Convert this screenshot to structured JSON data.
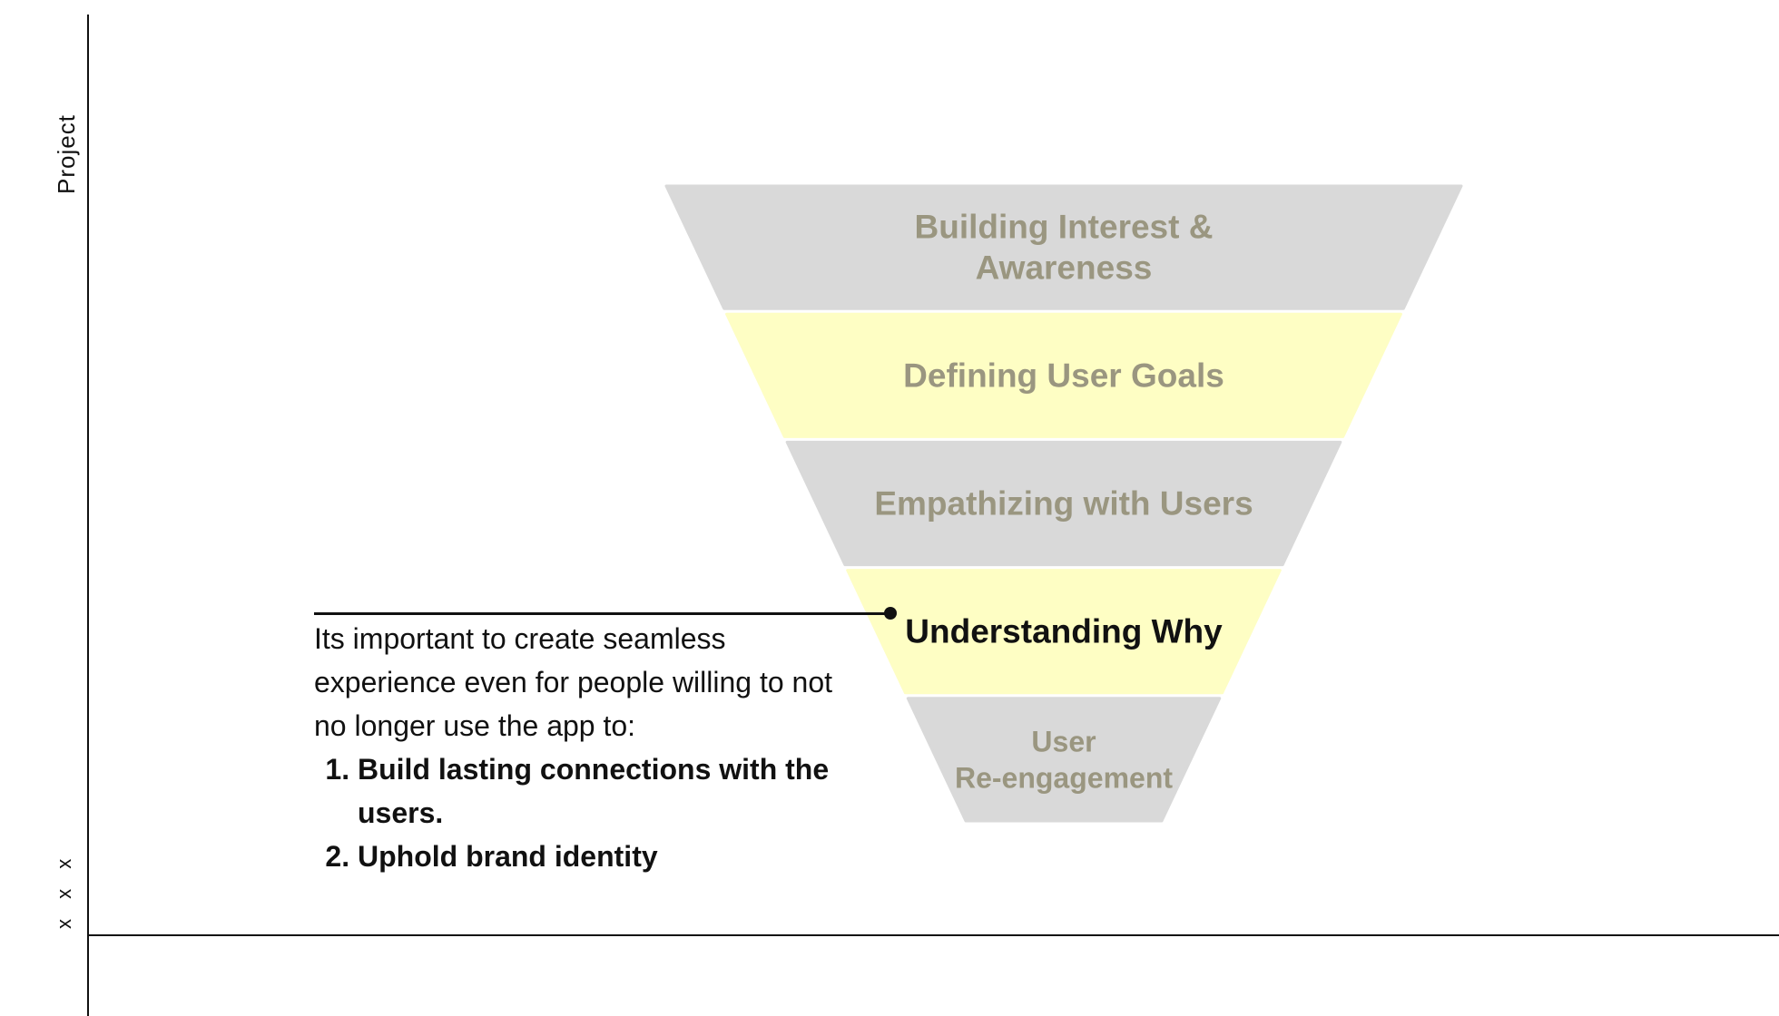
{
  "side": {
    "project_label": "Project",
    "marks": "x x x"
  },
  "funnel": {
    "stages": [
      {
        "label_lines": [
          "Building Interest &",
          "Awareness"
        ],
        "fill": "#d9d9d9",
        "text_color": "#9a9680",
        "highlighted": false
      },
      {
        "label_lines": [
          "Defining User Goals"
        ],
        "fill": "#fefec4",
        "text_color": "#9a9680",
        "highlighted": false
      },
      {
        "label_lines": [
          "Empathizing with Users"
        ],
        "fill": "#d9d9d9",
        "text_color": "#9a9680",
        "highlighted": false
      },
      {
        "label_lines": [
          "Understanding Why"
        ],
        "fill": "#fefec4",
        "text_color": "#111111",
        "highlighted": true
      },
      {
        "label_lines": [
          "User",
          "Re-engagement"
        ],
        "fill": "#d9d9d9",
        "text_color": "#9a9680",
        "highlighted": false
      }
    ]
  },
  "callout": {
    "intro": "Its important to create seamless experience even for people willing to not no longer use the app to:",
    "items": [
      "Build lasting connections with the users.",
      "Uphold brand identity"
    ]
  }
}
